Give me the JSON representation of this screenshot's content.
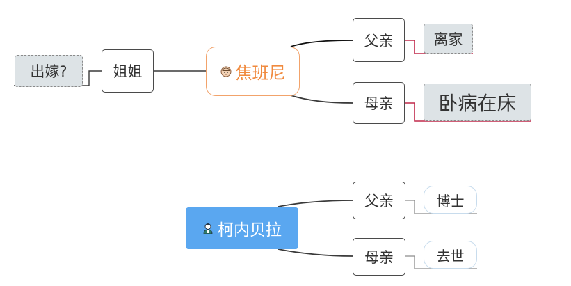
{
  "diagram": {
    "top": {
      "root": {
        "label": "焦班尼",
        "icon": "avatar-face-icon",
        "color": "#f08a3e"
      },
      "left_branch": {
        "label": "姐姐",
        "note": "出嫁?"
      },
      "father": {
        "label": "父亲",
        "note": "离家"
      },
      "mother": {
        "label": "母亲",
        "note": "卧病在床"
      }
    },
    "bottom": {
      "root": {
        "label": "柯内贝拉",
        "icon": "avatar-doctor-icon",
        "color": "#5aa7f0"
      },
      "father": {
        "label": "父亲",
        "note": "博士"
      },
      "mother": {
        "label": "母亲",
        "note": "去世"
      }
    },
    "colors": {
      "connector": "#3a3a3a",
      "note_connector_red": "#c0284a",
      "note_connector_grey": "#8c8c8c"
    }
  }
}
